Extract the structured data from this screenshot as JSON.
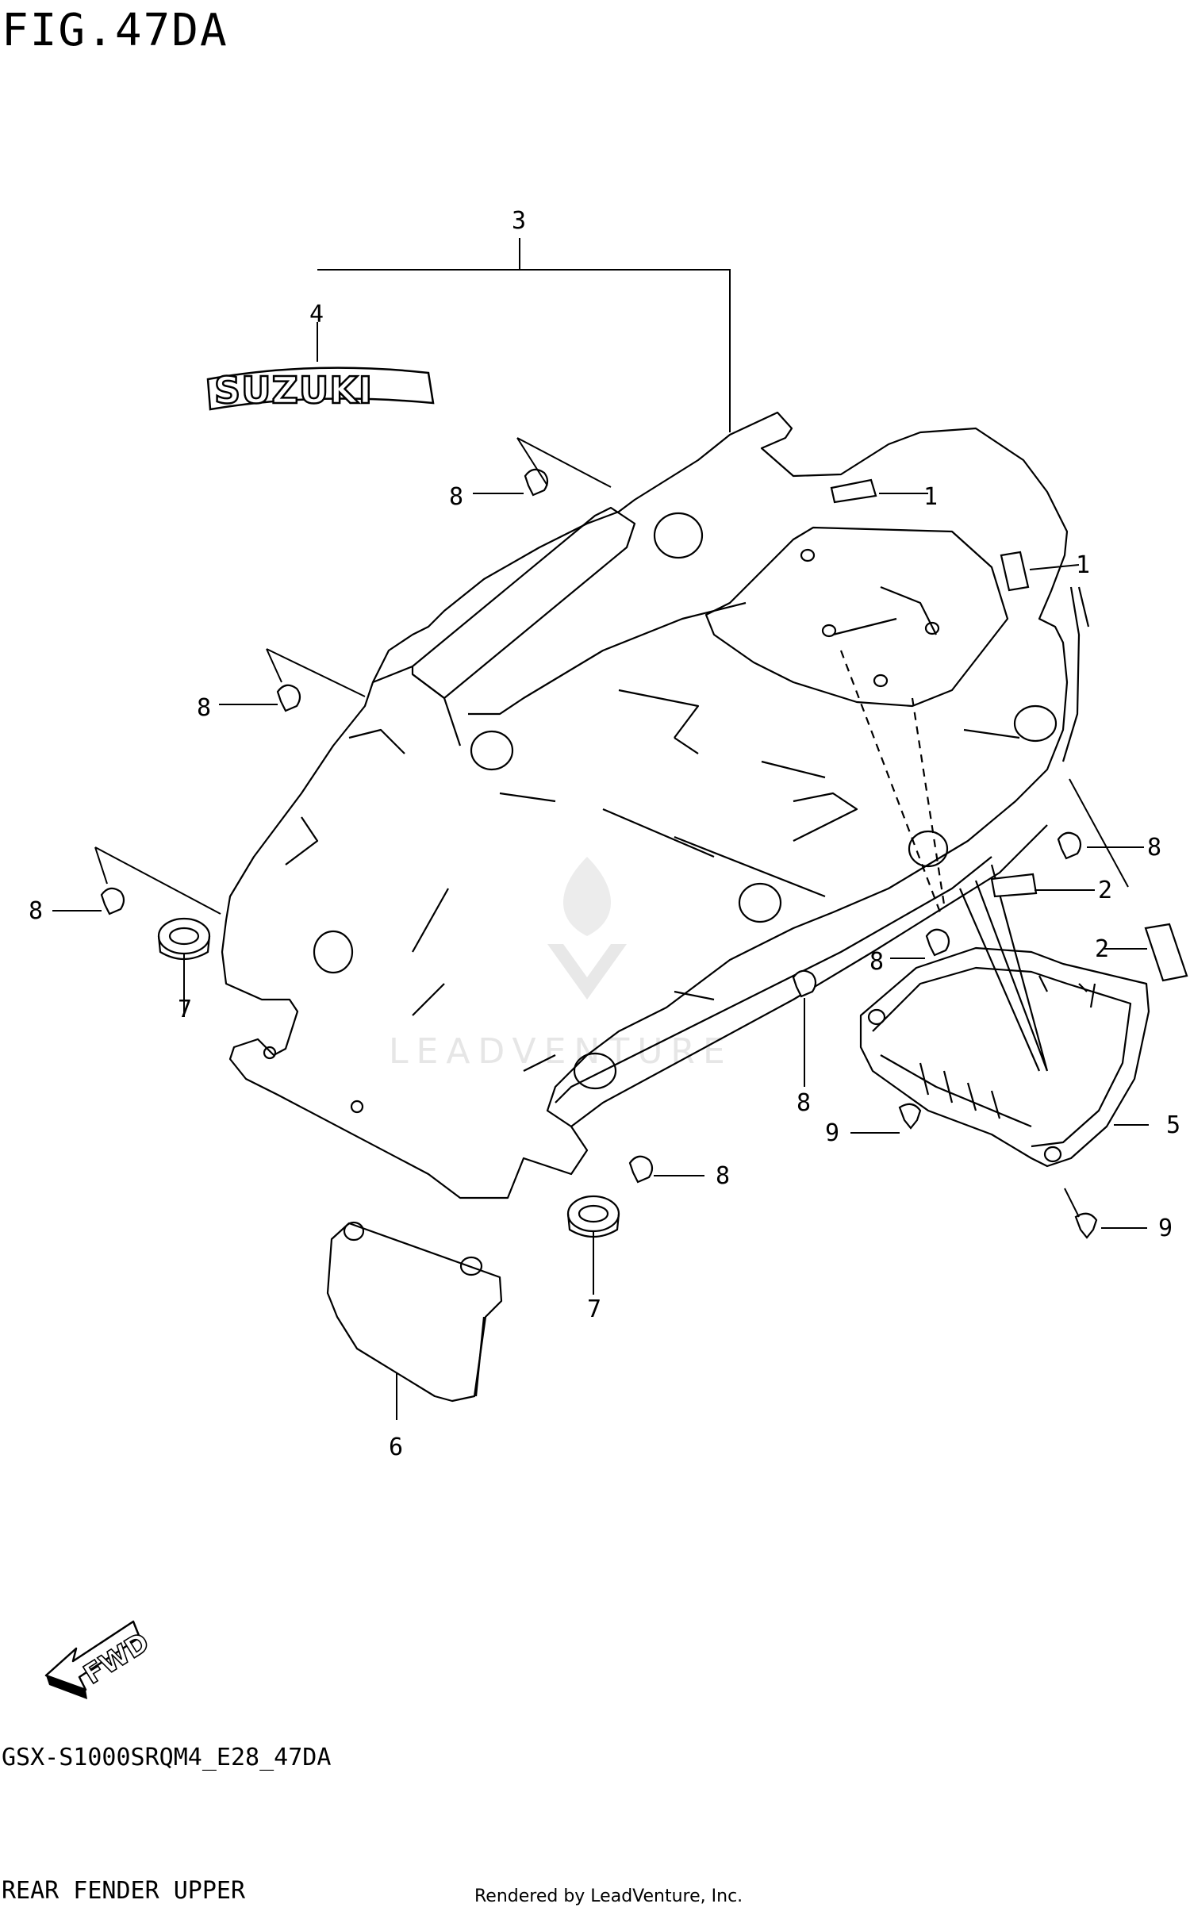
{
  "figure": {
    "title": "FIG.47DA",
    "model_code": "GSX-S1000SRQM4_E28_47DA",
    "section_name": "REAR FENDER UPPER",
    "render_credit": "Rendered by LeadVenture, Inc."
  },
  "emblem": {
    "text": "SUZUKI"
  },
  "watermark": {
    "text": "LEADVENTURE"
  },
  "direction_badge": {
    "text": "FWD"
  },
  "callouts": [
    {
      "id": "c3",
      "label": "3"
    },
    {
      "id": "c4",
      "label": "4"
    },
    {
      "id": "c8a",
      "label": "8"
    },
    {
      "id": "c1a",
      "label": "1"
    },
    {
      "id": "c1b",
      "label": "1"
    },
    {
      "id": "c8b",
      "label": "8"
    },
    {
      "id": "c8c",
      "label": "8"
    },
    {
      "id": "c8d",
      "label": "8"
    },
    {
      "id": "c2a",
      "label": "2"
    },
    {
      "id": "c2b",
      "label": "2"
    },
    {
      "id": "c7a",
      "label": "7"
    },
    {
      "id": "c8e",
      "label": "8"
    },
    {
      "id": "c8f",
      "label": "8"
    },
    {
      "id": "c9a",
      "label": "9"
    },
    {
      "id": "c5",
      "label": "5"
    },
    {
      "id": "c8g",
      "label": "8"
    },
    {
      "id": "c9b",
      "label": "9"
    },
    {
      "id": "c7b",
      "label": "7"
    },
    {
      "id": "c6",
      "label": "6"
    }
  ]
}
